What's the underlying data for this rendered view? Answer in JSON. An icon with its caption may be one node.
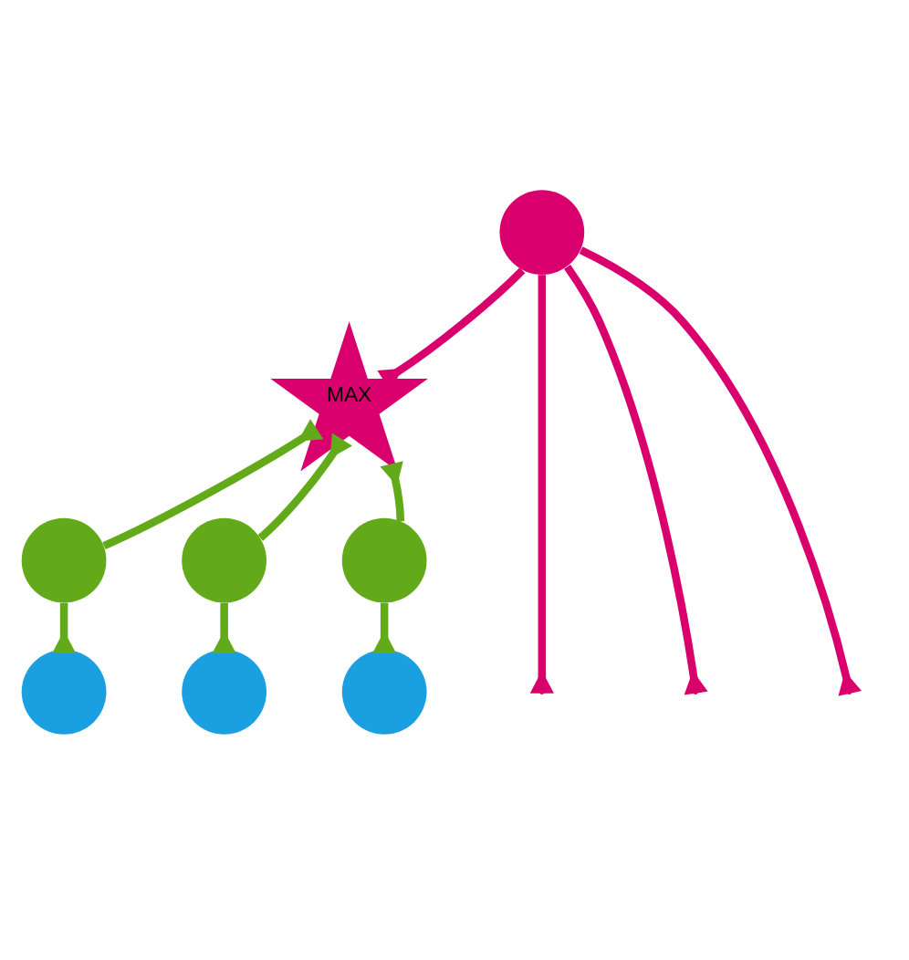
{
  "diagram": {
    "nodes": [
      {
        "text": [],
        "shape": "circle"
      },
      {
        "text": [
          "MAX"
        ]
      },
      {
        "text": [],
        "shape": "circle"
      },
      {
        "text": [],
        "shape": "circle"
      },
      {
        "text": [],
        "shape": "circle"
      },
      {
        "text": [],
        "shape": "circle"
      },
      {
        "text": [],
        "shape": "circle"
      },
      {
        "text": [],
        "shape": "circle"
      }
    ],
    "edges": [
      {
        "from": 0,
        "to": 1,
        "arrow": "other",
        "color": "#d9006e"
      },
      {
        "from": 2,
        "to": 1,
        "arrow": "other"
      },
      {
        "from": 3,
        "to": 1,
        "arrow": "other"
      },
      {
        "from": 4,
        "to": 1,
        "arrow": "other"
      },
      {
        "from": 2,
        "to": 5,
        "arrow": "other"
      },
      {
        "from": 3,
        "to": 6,
        "arrow": "other"
      },
      {
        "from": 4,
        "to": 7,
        "arrow": "other"
      },
      {
        "from": 0,
        "to": null,
        "arrow": "other",
        "color": "#d9006e"
      },
      {
        "from": 0,
        "to": null,
        "arrow": "other",
        "color": "#d9006e"
      },
      {
        "from": 0,
        "to": null,
        "arrow": "other",
        "color": "#d9006e"
      }
    ]
  }
}
